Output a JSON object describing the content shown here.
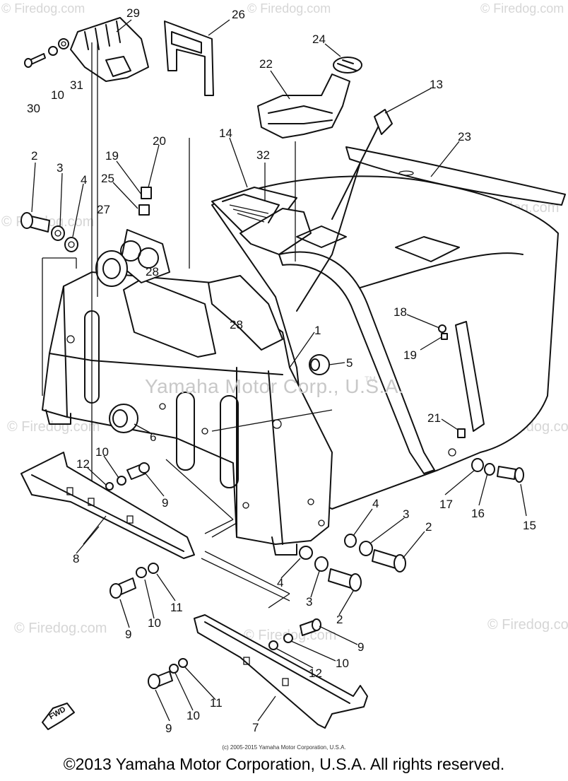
{
  "watermarks": {
    "center": "Yamaha Motor Corp., U.S.A.",
    "center_tm": "TM",
    "tile": "© Firedog.com"
  },
  "fwd_label": "FWD",
  "small_copyright": "(c) 2005-2015 Yamaha Motor Corporation, U.S.A.",
  "footer": "©2013 Yamaha Motor Corporation, U.S.A. All rights reserved.",
  "labels": {
    "l1": "1",
    "l2a": "2",
    "l2b": "2",
    "l2c": "2",
    "l3a": "3",
    "l3b": "3",
    "l3c": "3",
    "l4a": "4",
    "l4b": "4",
    "l4c": "4",
    "l5": "5",
    "l6": "6",
    "l7": "7",
    "l8": "8",
    "l9a": "9",
    "l9b": "9",
    "l9c": "9",
    "l9d": "9",
    "l10a": "10",
    "l10b": "10",
    "l10c": "10",
    "l10d": "10",
    "l10e": "10",
    "l11a": "11",
    "l11b": "11",
    "l12a": "12",
    "l12b": "12",
    "l13": "13",
    "l14": "14",
    "l15": "15",
    "l16": "16",
    "l17": "17",
    "l18": "18",
    "l19a": "19",
    "l19b": "19",
    "l20": "20",
    "l21": "21",
    "l22": "22",
    "l23": "23",
    "l24": "24",
    "l25": "25",
    "l26": "26",
    "l27": "27",
    "l28a": "28",
    "l28b": "28",
    "l29": "29",
    "l30": "30",
    "l31": "31",
    "l32": "32"
  }
}
